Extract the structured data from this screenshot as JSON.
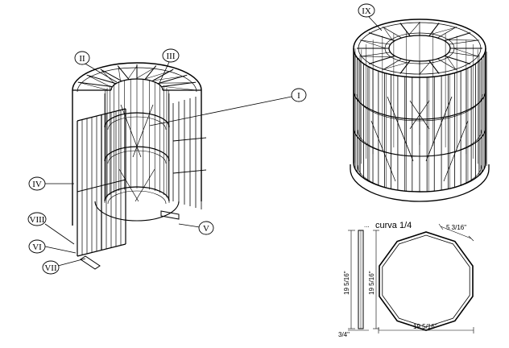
{
  "callouts": {
    "i": "I",
    "ii": "II",
    "iii": "III",
    "iv": "IV",
    "v": "V",
    "vi": "VI",
    "vii": "VII",
    "viii": "VIII",
    "ix": "IX"
  },
  "detail": {
    "title_prefix": "...",
    "title": "curva 1/4",
    "dim_side": "5 3/16\"",
    "dim_height_left": "19 5/16\"",
    "dim_height_right": "19 5/16\"",
    "dim_width": "19 5/16\"",
    "dim_thickness": "3/4\""
  },
  "colors": {
    "line": "#000000",
    "background": "#ffffff"
  }
}
